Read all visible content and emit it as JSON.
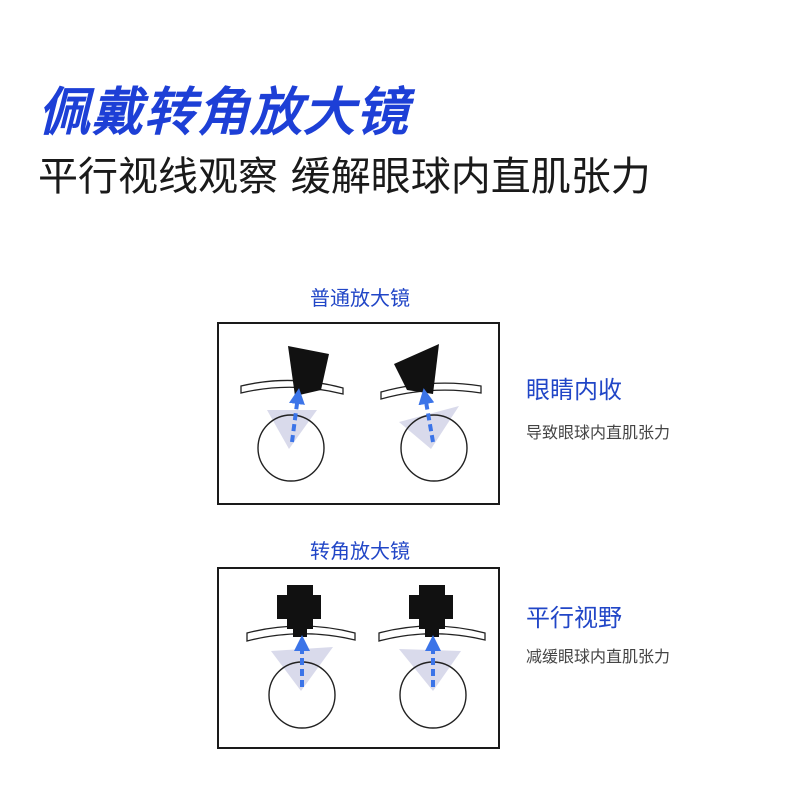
{
  "headline": "佩戴转角放大镜",
  "subheadline": "平行视线观察 缓解眼球内直肌张力",
  "sections": [
    {
      "title": "普通放大镜",
      "side_title": "眼睛内收",
      "side_desc": "导致眼球内直肌张力"
    },
    {
      "title": "转角放大镜",
      "side_title": "平行视野",
      "side_desc": "减缓眼球内直肌张力"
    }
  ],
  "colors": {
    "accent": "#1d3fd6",
    "section_text": "#2146c7",
    "arrow": "#3b74e8",
    "view_cone": "#c9cbe3"
  }
}
